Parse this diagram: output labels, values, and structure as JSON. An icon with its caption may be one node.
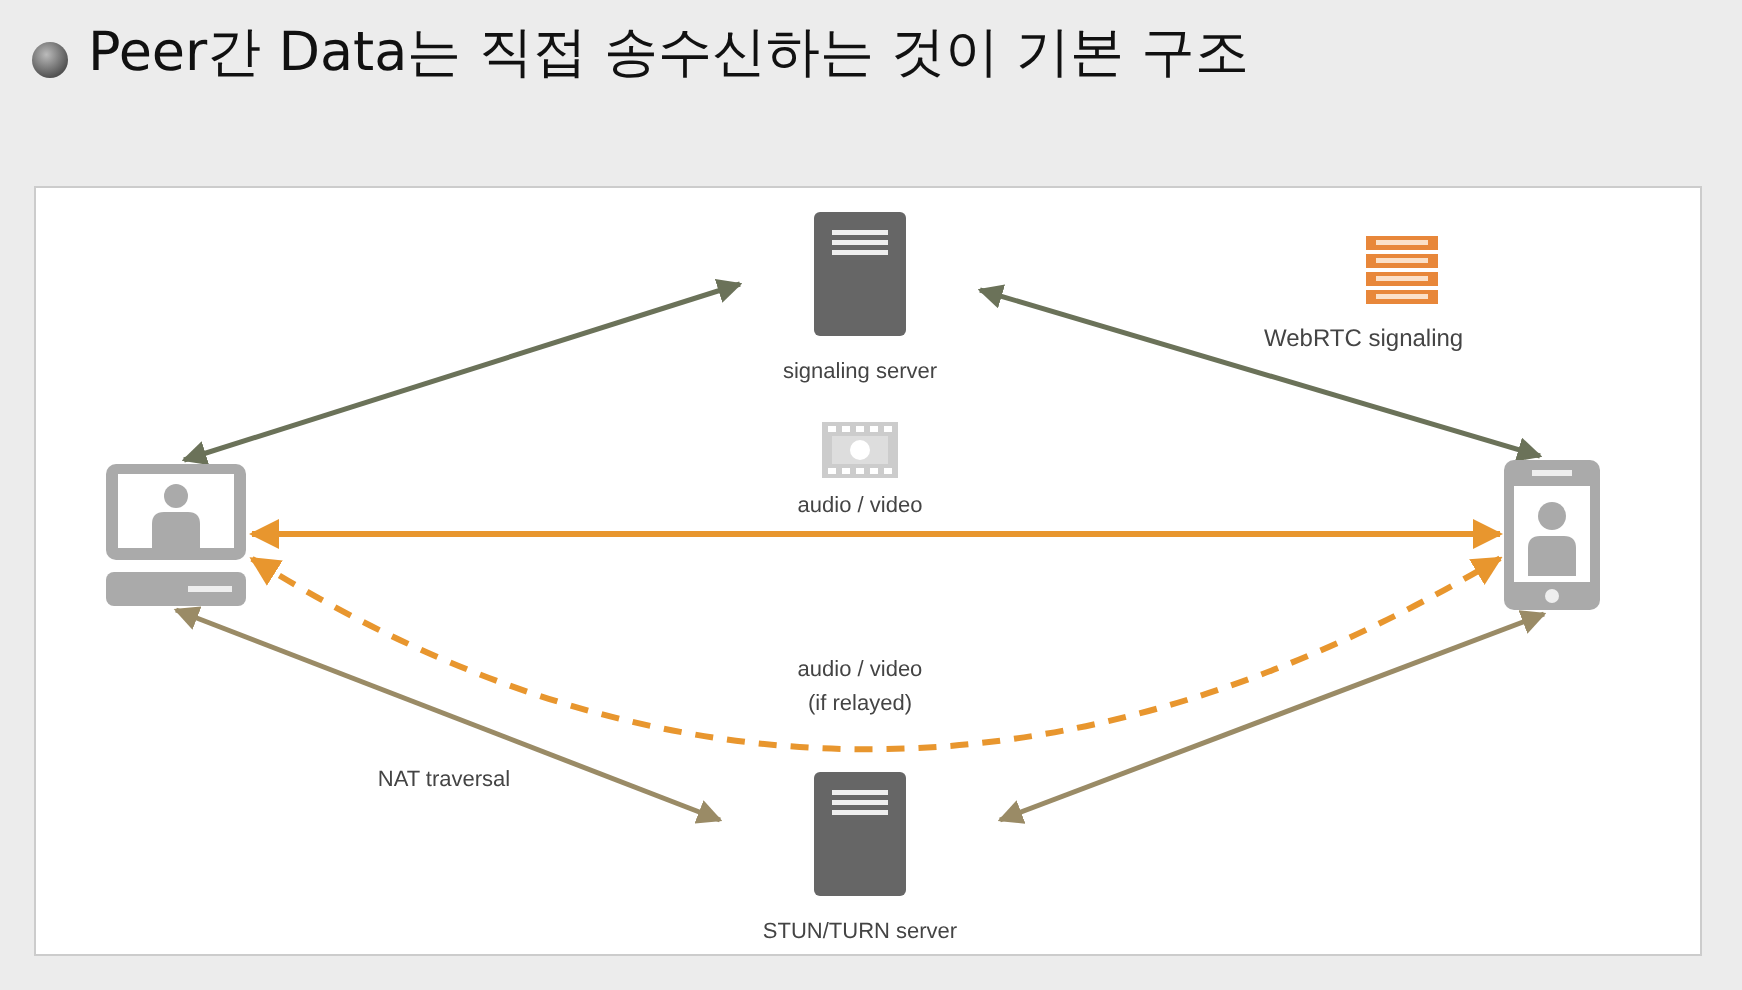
{
  "diagram": {
    "title": "Peer간 Data는 직접 송수신하는 것이 기본 구조",
    "nodes": [
      {
        "text": [
          "signaling server"
        ]
      },
      {
        "text": [],
        "shape": "computer"
      },
      {
        "text": [],
        "shape": "phone"
      },
      {
        "text": [
          "STUN/TURN server"
        ]
      }
    ],
    "edges": [
      {
        "from": 0,
        "to": 1,
        "arrow": "both",
        "color": "#6b7259"
      },
      {
        "from": 0,
        "to": 2,
        "arrow": "both",
        "color": "#6b7259"
      },
      {
        "from": 1,
        "to": 2,
        "arrow": "both",
        "label": "audio / video",
        "color": "#e8962e"
      },
      {
        "from": 1,
        "to": 2,
        "arrow": "both",
        "label": "audio / video (if relayed)",
        "style": "dashed",
        "color": "#e8962e"
      },
      {
        "from": 3,
        "to": 1,
        "arrow": "both",
        "label": "NAT traversal",
        "color": "#9a8b66"
      },
      {
        "from": 3,
        "to": 2,
        "arrow": "both",
        "color": "#9a8b66"
      }
    ],
    "labels": [
      "WebRTC signaling"
    ]
  }
}
